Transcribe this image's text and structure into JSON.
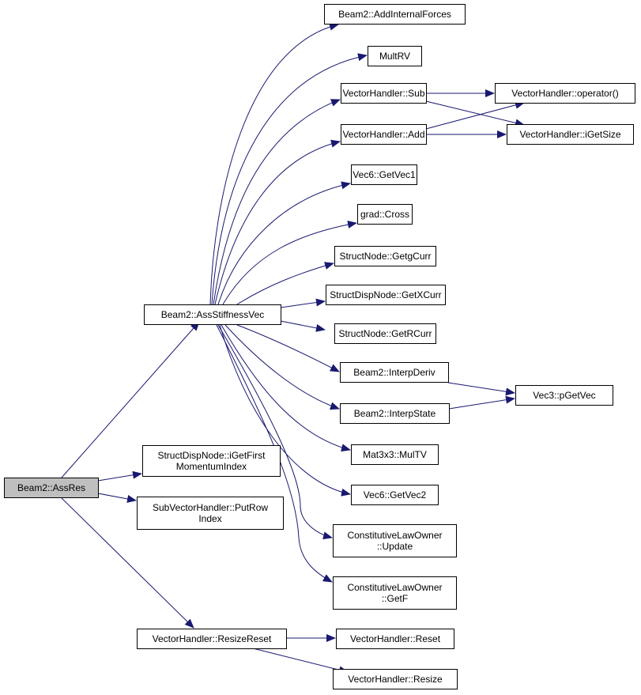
{
  "colors": {
    "edge": "#191970",
    "node_border": "#000000",
    "root_fill": "#bfbfbf"
  },
  "nodes": {
    "assres": "Beam2::AssRes",
    "assstiff": "Beam2::AssStiffnessVec",
    "addint": "Beam2::AddInternalForces",
    "multrv": "MultRV",
    "vhsub": "VectorHandler::Sub",
    "vhop": "VectorHandler::operator()",
    "vhadd": "VectorHandler::Add",
    "vhgetsize": "VectorHandler::iGetSize",
    "vec6v1": "Vec6::GetVec1",
    "gradcross": "grad::Cross",
    "sngetg": "StructNode::GetgCurr",
    "sdnx": "StructDispNode::GetXCurr",
    "snr": "StructNode::GetRCurr",
    "interpderiv": "Beam2::InterpDeriv",
    "vec3p": "Vec3::pGetVec",
    "interpstate": "Beam2::InterpState",
    "mat3x3": "Mat3x3::MulTV",
    "vec6v2": "Vec6::GetVec2",
    "clupdate": "ConstitutiveLawOwner\n::Update",
    "clgetf": "ConstitutiveLawOwner\n::GetF",
    "sdnfirst": "StructDispNode::iGetFirst\nMomentumIndex",
    "subput": "SubVectorHandler::PutRow\nIndex",
    "vhrr": "VectorHandler::ResizeReset",
    "vhreset": "VectorHandler::Reset",
    "vhresize": "VectorHandler::Resize"
  }
}
